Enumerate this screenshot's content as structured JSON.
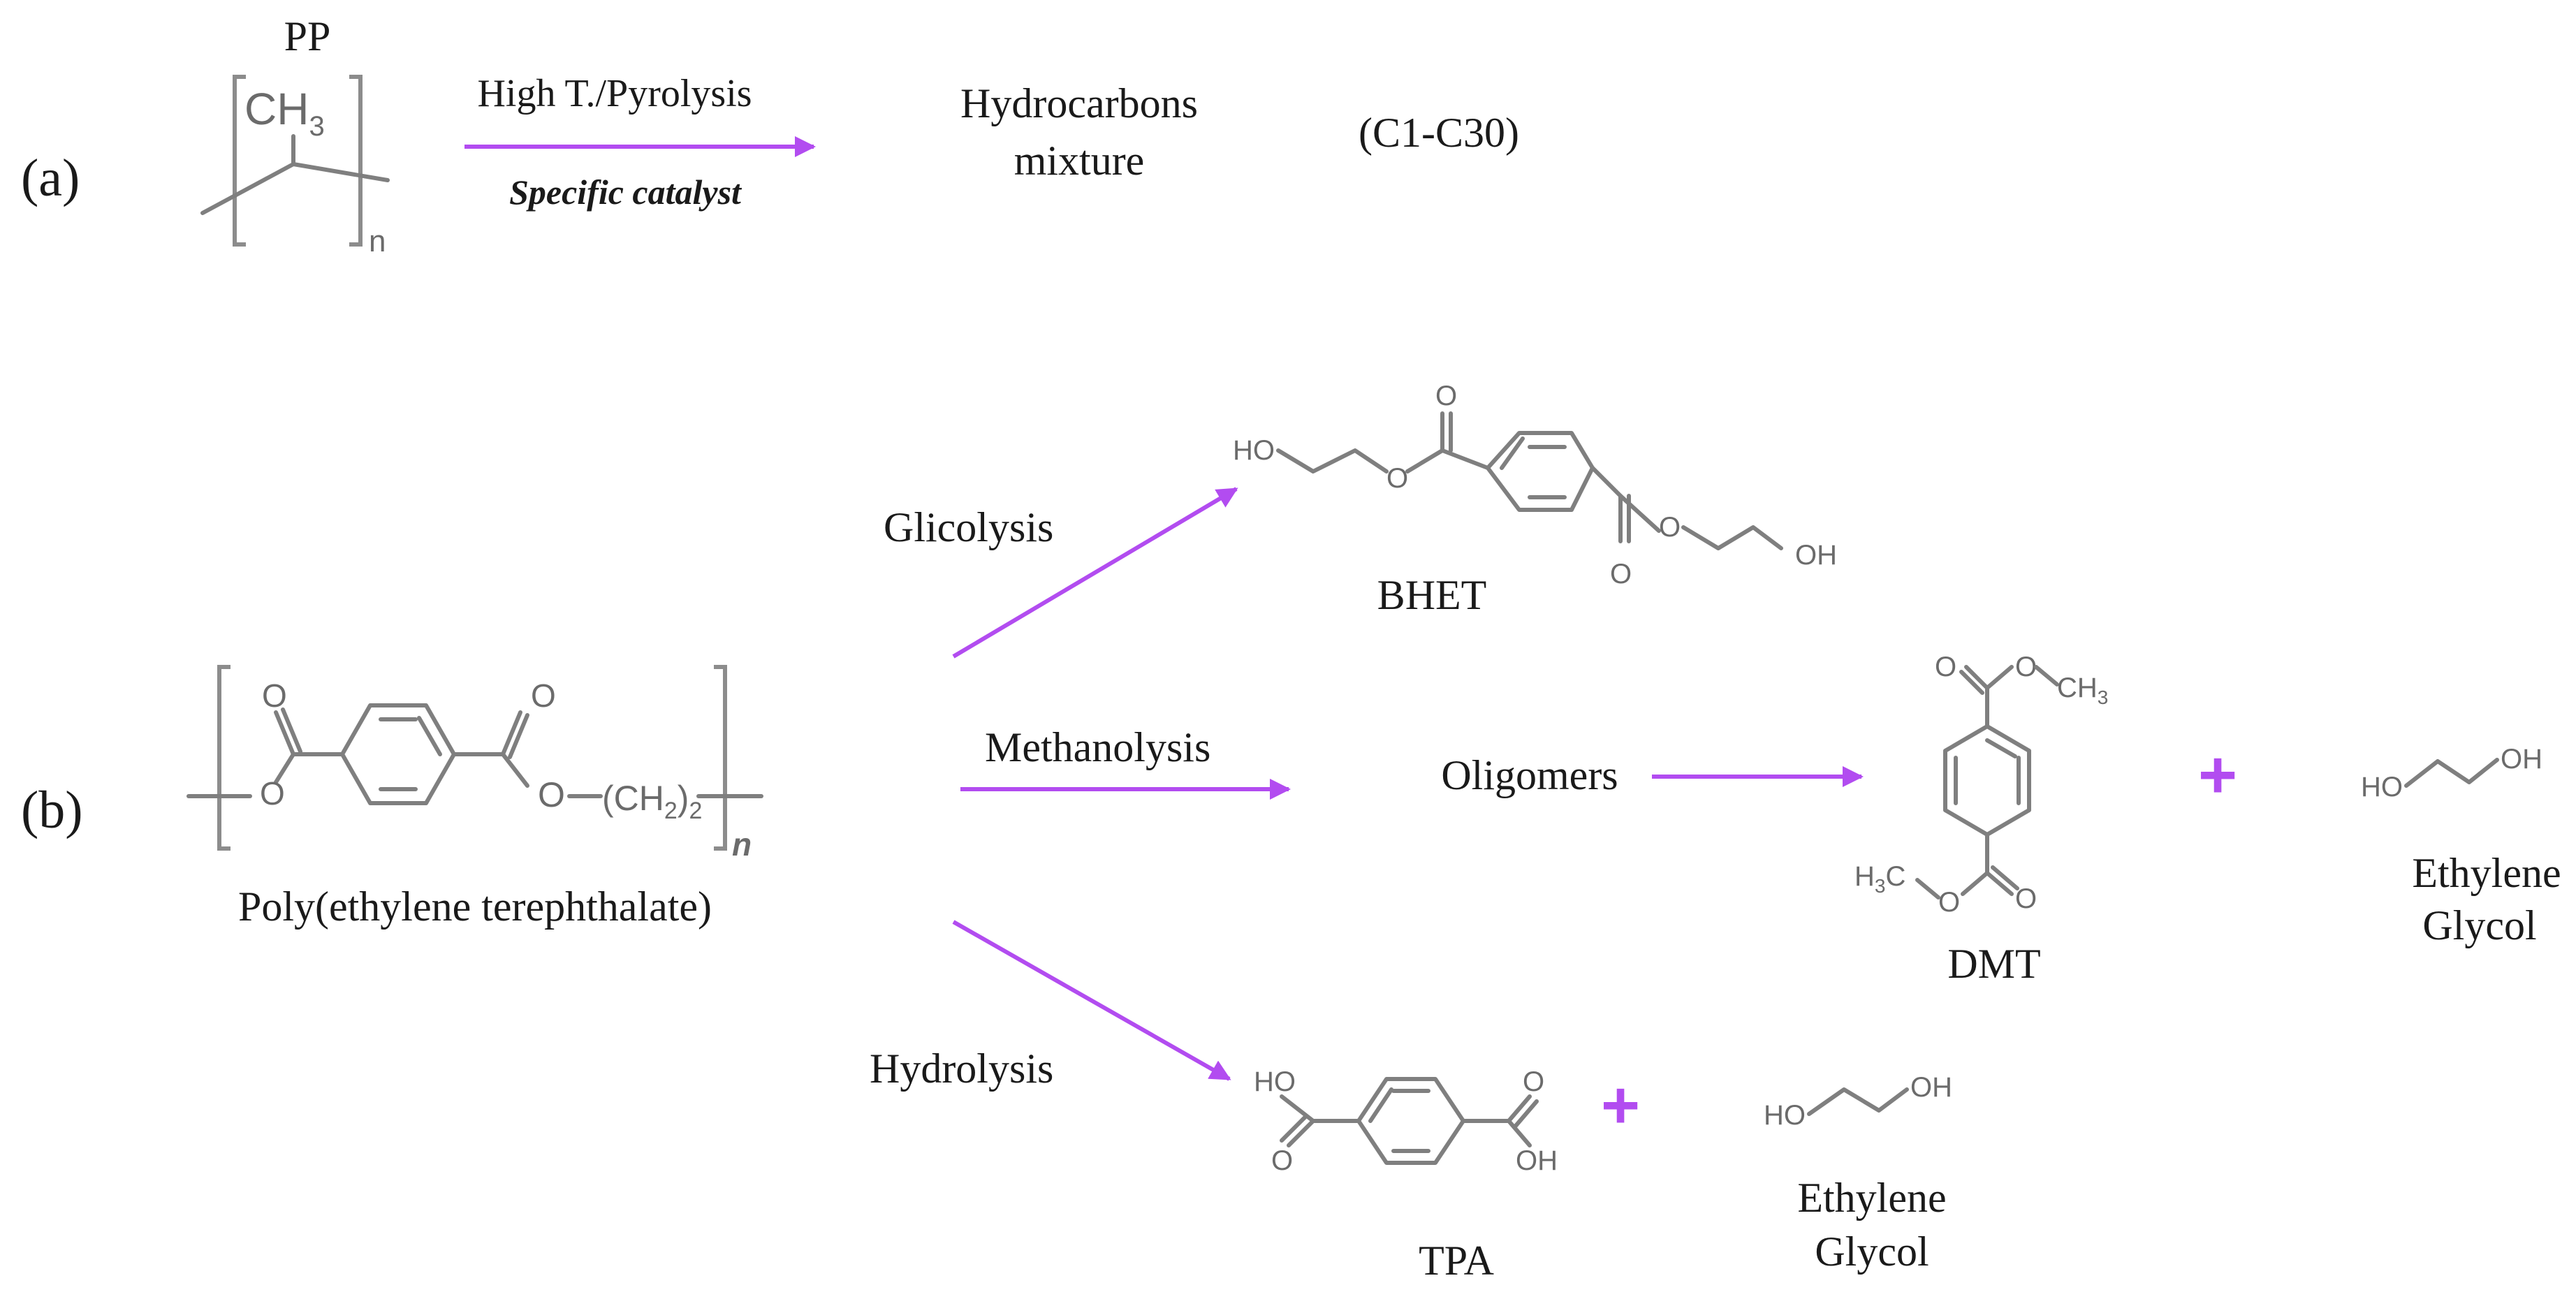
{
  "colors": {
    "arrow": "#b24cf0",
    "bond": "#7f7f7f",
    "text": "#1a1a1a"
  },
  "part_a": {
    "label": "(a)",
    "polymer_name": "PP",
    "substituent": "CH",
    "substituent_sub": "3",
    "repeat_n": "n",
    "condition_top": "High T./Pyrolysis",
    "condition_bottom": "Specific catalyst",
    "product_line1": "Hydrocarbons",
    "product_line2": "mixture",
    "product_range": "(C1-C30)"
  },
  "part_b": {
    "label": "(b)",
    "polymer_name": "Poly(ethylene terephthalate)",
    "repeat_n": "n",
    "pet": {
      "o_top_left": "O",
      "o_top_right": "O",
      "o_ester_left": "O",
      "o_ester_right": "O",
      "chain": "(CH",
      "chain_sub": "2",
      "chain_close": ")",
      "chain_close_sub": "2"
    },
    "glycolysis": {
      "label": "Glicolysis",
      "product": "BHET",
      "ho": "HO",
      "oh": "OH",
      "o1": "O",
      "o2": "O",
      "o3": "O",
      "o4": "O"
    },
    "methanolysis": {
      "label": "Methanolysis",
      "intermediate": "Oligomers",
      "product": "DMT",
      "dmt": {
        "o_top": "O",
        "o_ester_top": "O",
        "ch3_top": "CH",
        "ch3_top_sub": "3",
        "h3c_bottom": "H",
        "h3c_bottom_sub": "3",
        "h3c_bottom_c": "C",
        "o_ester_bottom": "O",
        "o_bottom": "O"
      },
      "coproduct_line1": "Ethylene",
      "coproduct_line2": "Glycol",
      "eg": {
        "ho": "HO",
        "oh": "OH"
      },
      "plus": "+"
    },
    "hydrolysis": {
      "label": "Hydrolysis",
      "product": "TPA",
      "tpa": {
        "ho": "HO",
        "o_left": "O",
        "o_right": "O",
        "oh": "OH"
      },
      "coproduct_line1": "Ethylene",
      "coproduct_line2": "Glycol",
      "eg": {
        "ho": "HO",
        "oh": "OH"
      },
      "plus": "+"
    }
  }
}
